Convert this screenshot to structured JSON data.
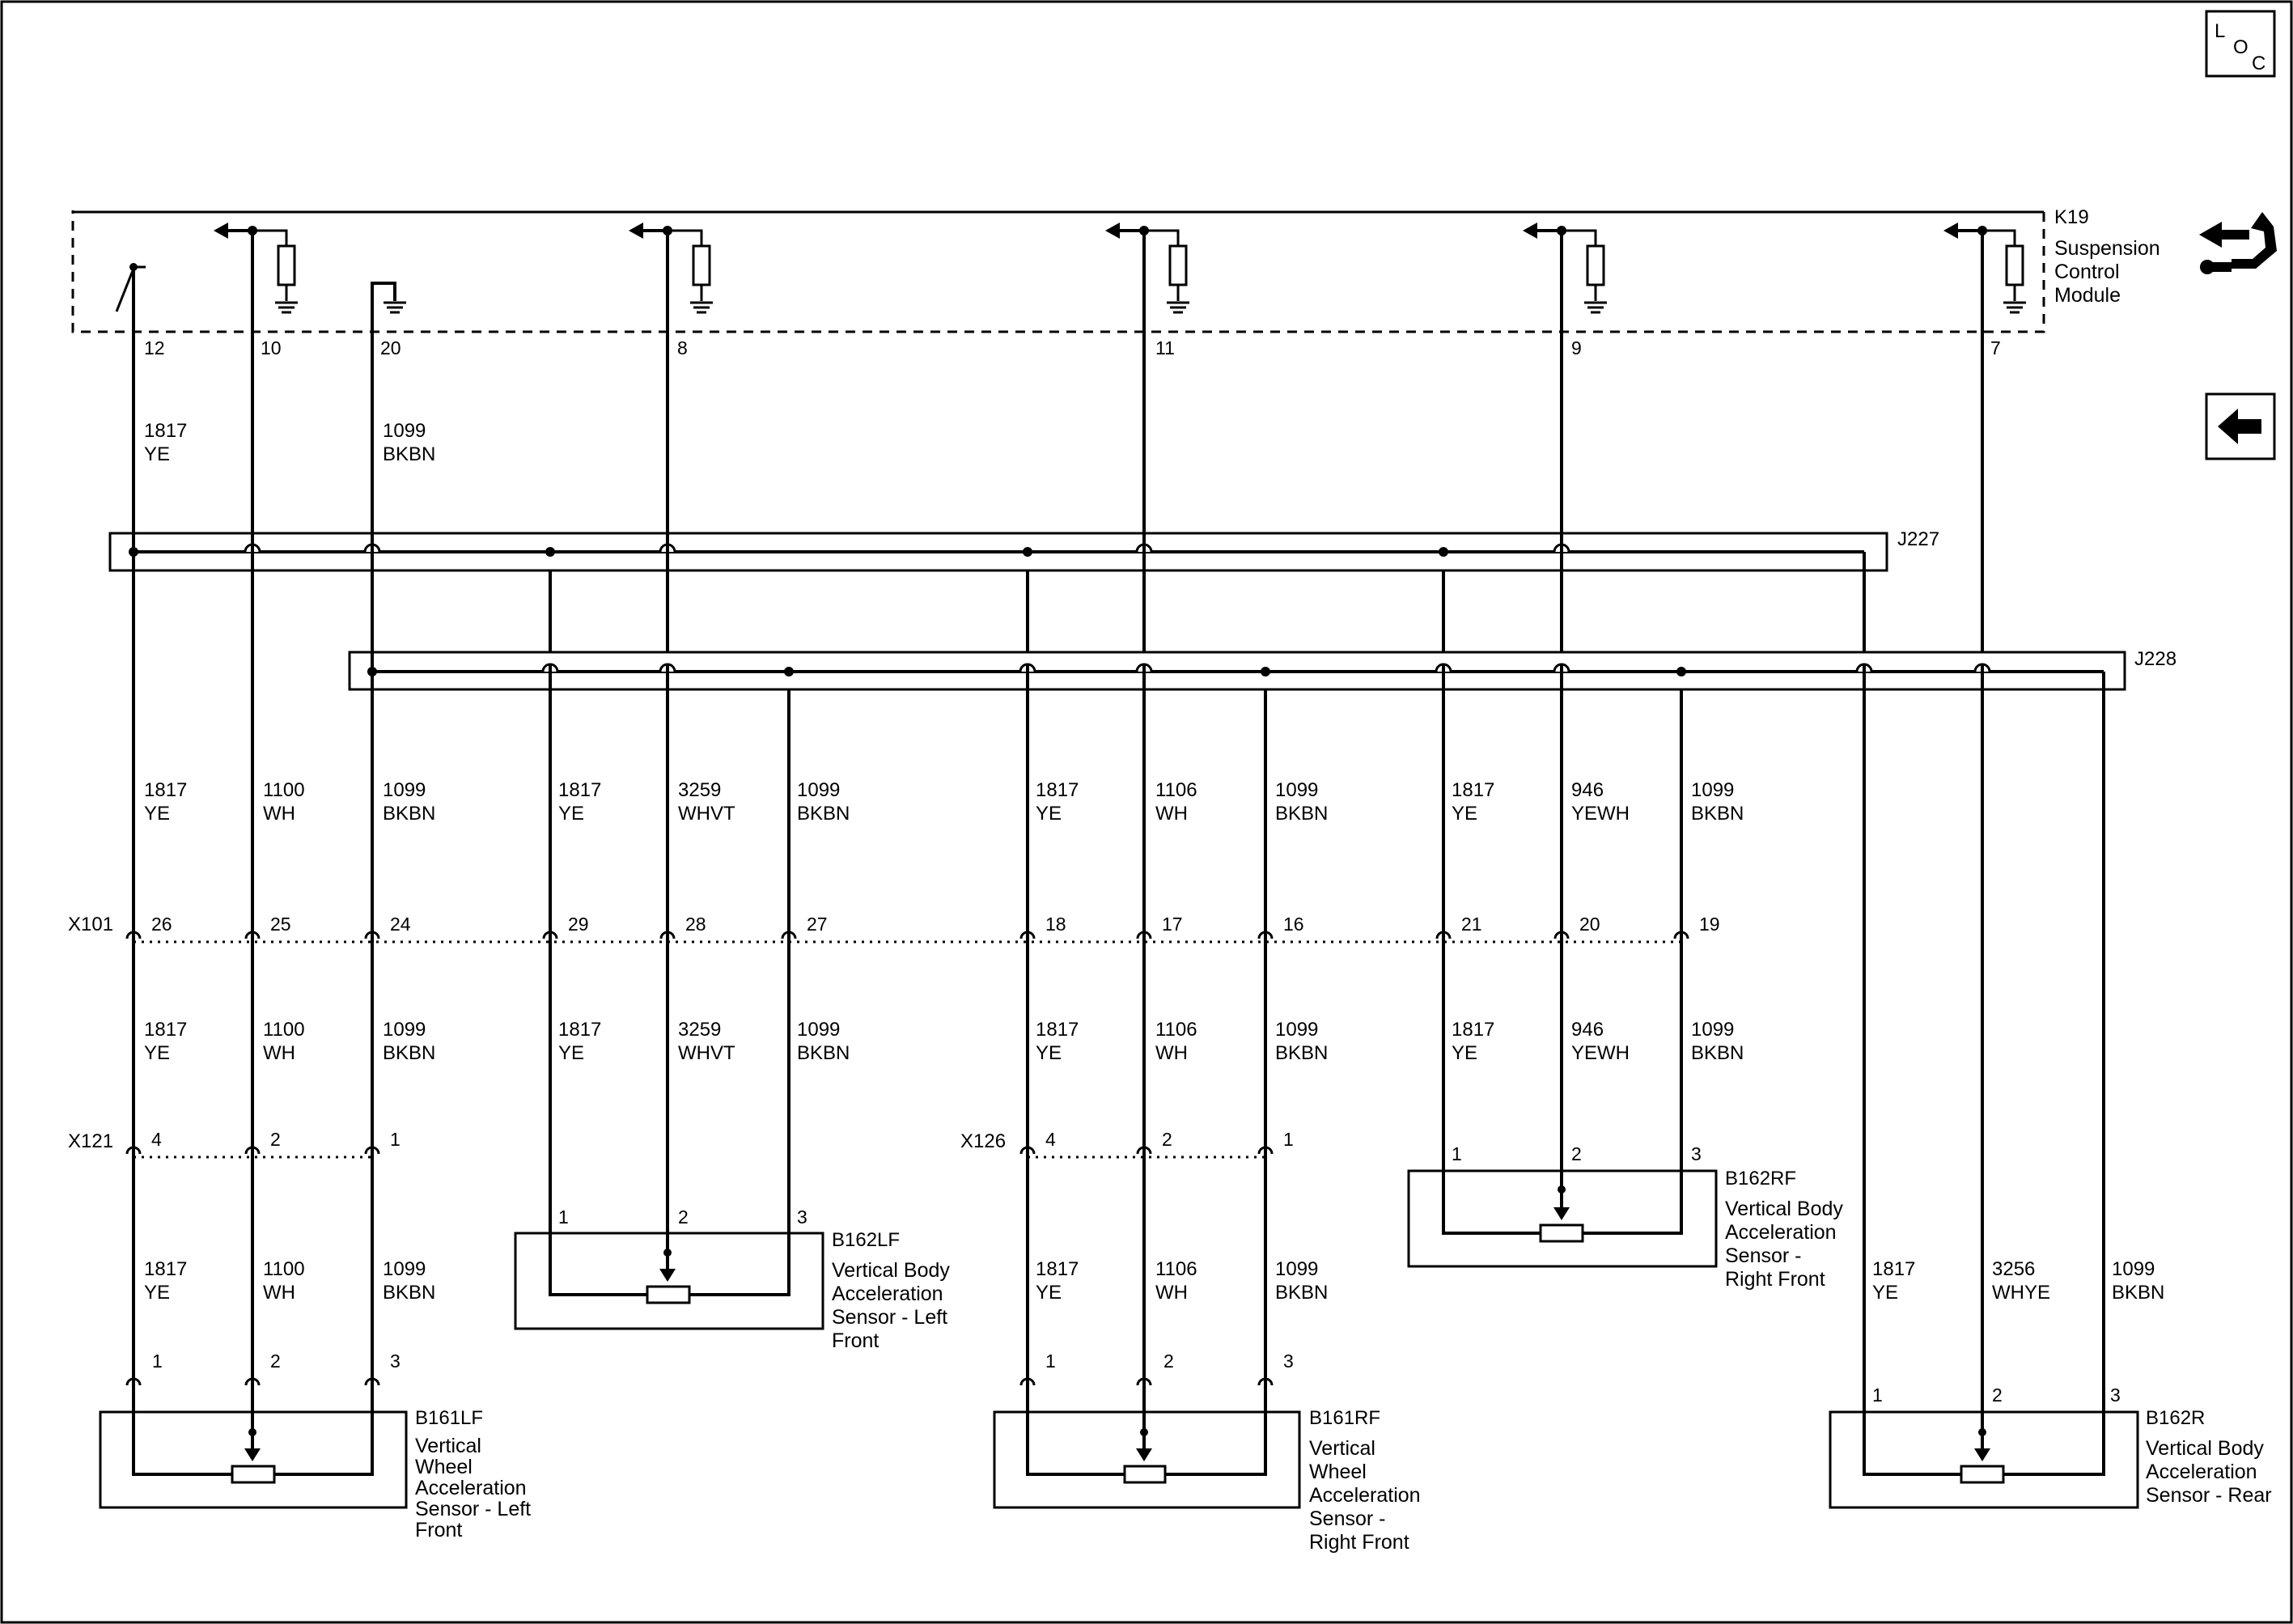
{
  "page": {
    "loc_icon_letters": [
      "L",
      "O",
      "C"
    ]
  },
  "icons": {
    "loc": "loc-icon",
    "back": "back-arrow-icon",
    "wrench": "wrench-diagnostic-icon",
    "ground": "ground-icon",
    "resistor": "resistor-icon",
    "switch": "switch-icon"
  },
  "module": {
    "ref": "K19",
    "name_lines": [
      "Suspension",
      "Control",
      "Module"
    ],
    "pins": [
      "12",
      "10",
      "20",
      "8",
      "11",
      "9",
      "7"
    ]
  },
  "upper_wires": [
    {
      "circuit": "1817",
      "color": "YE"
    },
    {
      "circuit": "1099",
      "color": "BKBN"
    }
  ],
  "splices": {
    "j227": "J227",
    "j228": "J228"
  },
  "harness_wires": [
    {
      "circuit": "1817",
      "color": "YE"
    },
    {
      "circuit": "1100",
      "color": "WH"
    },
    {
      "circuit": "1099",
      "color": "BKBN"
    },
    {
      "circuit": "1817",
      "color": "YE"
    },
    {
      "circuit": "3259",
      "color": "WHVT"
    },
    {
      "circuit": "1099",
      "color": "BKBN"
    },
    {
      "circuit": "1817",
      "color": "YE"
    },
    {
      "circuit": "1106",
      "color": "WH"
    },
    {
      "circuit": "1099",
      "color": "BKBN"
    },
    {
      "circuit": "1817",
      "color": "YE"
    },
    {
      "circuit": "946",
      "color": "YEWH"
    },
    {
      "circuit": "1099",
      "color": "BKBN"
    }
  ],
  "connectors": {
    "x101": {
      "ref": "X101",
      "pins": [
        "26",
        "25",
        "24",
        "29",
        "28",
        "27",
        "18",
        "17",
        "16",
        "21",
        "20",
        "19"
      ]
    },
    "x121": {
      "ref": "X121",
      "pins": [
        "4",
        "2",
        "1"
      ]
    },
    "x126": {
      "ref": "X126",
      "pins": [
        "4",
        "2",
        "1"
      ]
    }
  },
  "lower_wires": [
    {
      "circuit": "1817",
      "color": "YE"
    },
    {
      "circuit": "1100",
      "color": "WH"
    },
    {
      "circuit": "1099",
      "color": "BKBN"
    },
    {
      "circuit": "1817",
      "color": "YE"
    },
    {
      "circuit": "3259",
      "color": "WHVT"
    },
    {
      "circuit": "1099",
      "color": "BKBN"
    },
    {
      "circuit": "1817",
      "color": "YE"
    },
    {
      "circuit": "1106",
      "color": "WH"
    },
    {
      "circuit": "1099",
      "color": "BKBN"
    },
    {
      "circuit": "1817",
      "color": "YE"
    },
    {
      "circuit": "946",
      "color": "YEWH"
    },
    {
      "circuit": "1099",
      "color": "BKBN"
    }
  ],
  "sensor_wires": [
    {
      "circuit": "1817",
      "color": "YE"
    },
    {
      "circuit": "1100",
      "color": "WH"
    },
    {
      "circuit": "1099",
      "color": "BKBN"
    },
    {
      "circuit": "1817",
      "color": "YE"
    },
    {
      "circuit": "1106",
      "color": "WH"
    },
    {
      "circuit": "1099",
      "color": "BKBN"
    }
  ],
  "rear_wires": [
    {
      "circuit": "1817",
      "color": "YE"
    },
    {
      "circuit": "3256",
      "color": "WHYE"
    },
    {
      "circuit": "1099",
      "color": "BKBN"
    }
  ],
  "components": {
    "b162lf": {
      "ref": "B162LF",
      "name_lines": [
        "Vertical Body",
        "Acceleration",
        "Sensor - Left",
        "Front"
      ],
      "pins": [
        "1",
        "2",
        "3"
      ]
    },
    "b162rf": {
      "ref": "B162RF",
      "name_lines": [
        "Vertical Body",
        "Acceleration",
        "Sensor -",
        "Right Front"
      ],
      "pins": [
        "1",
        "2",
        "3"
      ]
    },
    "b161lf": {
      "ref": "B161LF",
      "name_lines": [
        "Vertical",
        "Wheel",
        "Acceleration",
        "Sensor - Left",
        "Front"
      ],
      "pins": [
        "1",
        "2",
        "3"
      ]
    },
    "b161rf": {
      "ref": "B161RF",
      "name_lines": [
        "Vertical",
        "Wheel",
        "Acceleration",
        "Sensor -",
        "Right Front"
      ],
      "pins": [
        "1",
        "2",
        "3"
      ]
    },
    "b162r": {
      "ref": "B162R",
      "name_lines": [
        "Vertical Body",
        "Acceleration",
        "Sensor - Rear"
      ],
      "pins": [
        "1",
        "2",
        "3"
      ]
    }
  }
}
